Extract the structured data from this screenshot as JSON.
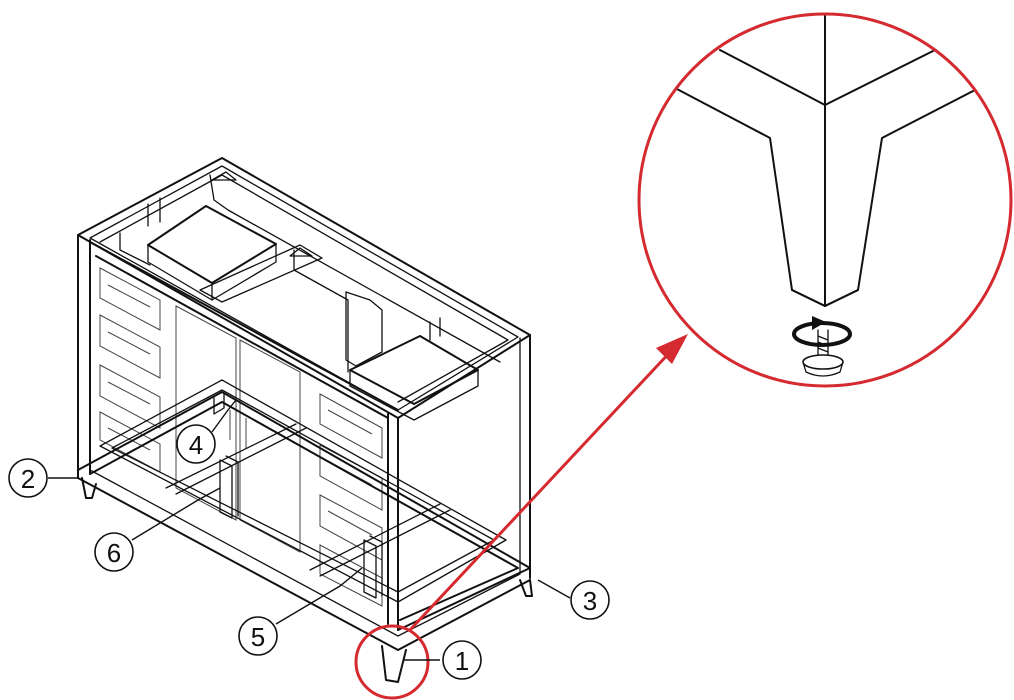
{
  "accent_color": "#d42a30",
  "callouts": [
    {
      "label": "1"
    },
    {
      "label": "2"
    },
    {
      "label": "3"
    },
    {
      "label": "4"
    },
    {
      "label": "5"
    },
    {
      "label": "6"
    }
  ],
  "icons": {
    "rotation": "rotate-arrow-icon",
    "leveler": "leveling-foot-icon"
  }
}
